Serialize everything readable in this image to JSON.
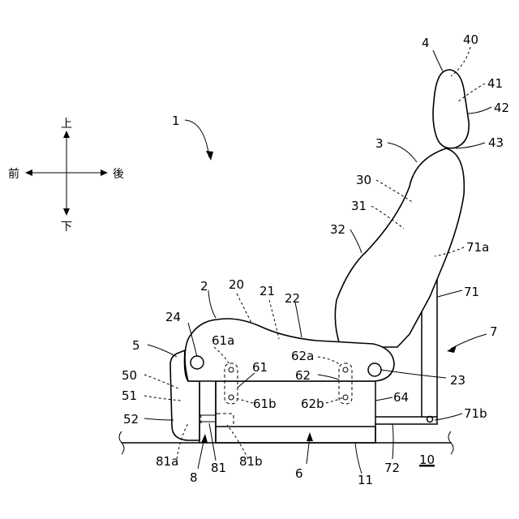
{
  "directions": {
    "up": "上",
    "down": "下",
    "front": "前",
    "rear": "後"
  },
  "labels": [
    {
      "id": "1",
      "text": "1"
    },
    {
      "id": "2",
      "text": "2"
    },
    {
      "id": "3",
      "text": "3"
    },
    {
      "id": "4",
      "text": "4"
    },
    {
      "id": "5",
      "text": "5"
    },
    {
      "id": "6",
      "text": "6"
    },
    {
      "id": "7",
      "text": "7"
    },
    {
      "id": "8",
      "text": "8"
    },
    {
      "id": "10",
      "text": "10"
    },
    {
      "id": "11",
      "text": "11"
    },
    {
      "id": "20",
      "text": "20"
    },
    {
      "id": "21",
      "text": "21"
    },
    {
      "id": "22",
      "text": "22"
    },
    {
      "id": "23",
      "text": "23"
    },
    {
      "id": "24",
      "text": "24"
    },
    {
      "id": "30",
      "text": "30"
    },
    {
      "id": "31",
      "text": "31"
    },
    {
      "id": "32",
      "text": "32"
    },
    {
      "id": "40",
      "text": "40"
    },
    {
      "id": "41",
      "text": "41"
    },
    {
      "id": "42",
      "text": "42"
    },
    {
      "id": "43",
      "text": "43"
    },
    {
      "id": "50",
      "text": "50"
    },
    {
      "id": "51",
      "text": "51"
    },
    {
      "id": "52",
      "text": "52"
    },
    {
      "id": "61",
      "text": "61"
    },
    {
      "id": "61a",
      "text": "61a"
    },
    {
      "id": "61b",
      "text": "61b"
    },
    {
      "id": "62",
      "text": "62"
    },
    {
      "id": "62a",
      "text": "62a"
    },
    {
      "id": "62b",
      "text": "62b"
    },
    {
      "id": "64",
      "text": "64"
    },
    {
      "id": "71",
      "text": "71"
    },
    {
      "id": "71a",
      "text": "71a"
    },
    {
      "id": "71b",
      "text": "71b"
    },
    {
      "id": "72",
      "text": "72"
    },
    {
      "id": "81",
      "text": "81"
    },
    {
      "id": "81a",
      "text": "81a"
    },
    {
      "id": "81b",
      "text": "81b"
    }
  ]
}
